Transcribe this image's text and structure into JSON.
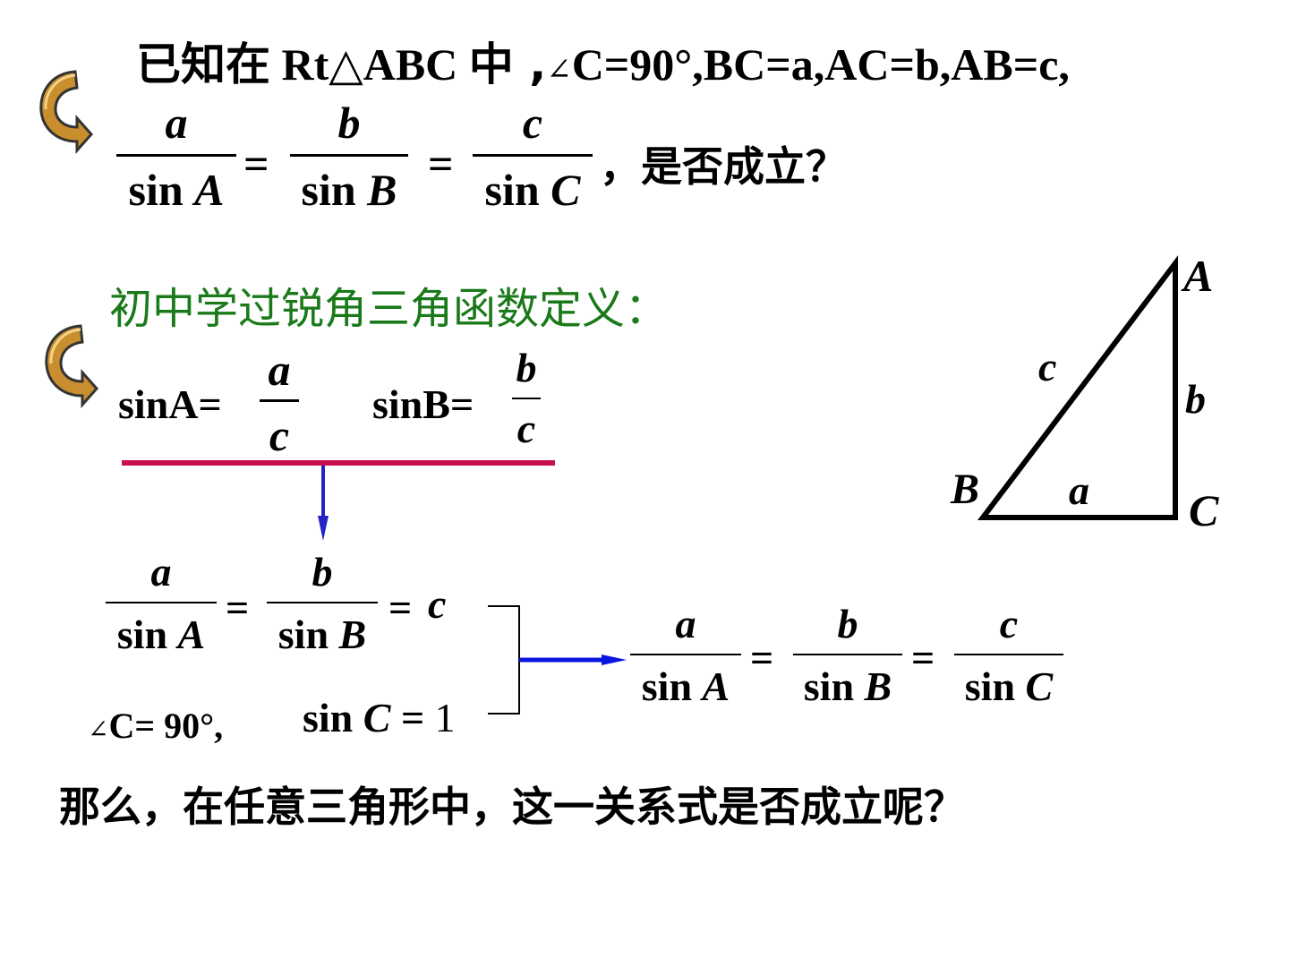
{
  "q1": {
    "prefix": "已知在",
    "rt": "Rt△ABC",
    "mid": "中 ,",
    "angle_symbol": "∠",
    "given": "C=90°,BC=a,AC=b,AB=c,"
  },
  "formula1": {
    "num_a": "a",
    "num_b": "b",
    "num_c": "c",
    "sin": "sin",
    "A": "A",
    "B": "B",
    "C": "C",
    "eq": "=",
    "question": "，是否成立？"
  },
  "heading2": "初中学过锐角三角函数定义：",
  "defs": {
    "sinA_label": "sinA=",
    "sinA_num": "a",
    "sinA_den": "c",
    "sinB_label": "sinB=",
    "sinB_num": "b",
    "sinB_den": "c"
  },
  "derive": {
    "num_a": "a",
    "num_b": "b",
    "eq": "=",
    "rhs": "c",
    "sin": "sin",
    "A": "A",
    "B": "B",
    "angle_symbol": "∠",
    "angle_text": "C= 90°,",
    "sinC_sin": "sin",
    "sinC_C": "C",
    "sinC_eq": "=",
    "sinC_val": "1"
  },
  "result": {
    "num_a": "a",
    "num_b": "b",
    "num_c": "c",
    "sin": "sin",
    "A": "A",
    "B": "B",
    "C": "C",
    "eq": "="
  },
  "triangle": {
    "vertex_A": "A",
    "vertex_B": "B",
    "vertex_C": "C",
    "side_a": "a",
    "side_b": "b",
    "side_c": "c"
  },
  "final_question": "那么，在任意三角形中，这一关系式是否成立呢？",
  "colors": {
    "green_heading": "#1a7a1a",
    "red_line": "#c8104a",
    "blue_arrow": "#2323c8",
    "blue_arrow2": "#0a16e0",
    "icon_gold": "#d9a441"
  }
}
